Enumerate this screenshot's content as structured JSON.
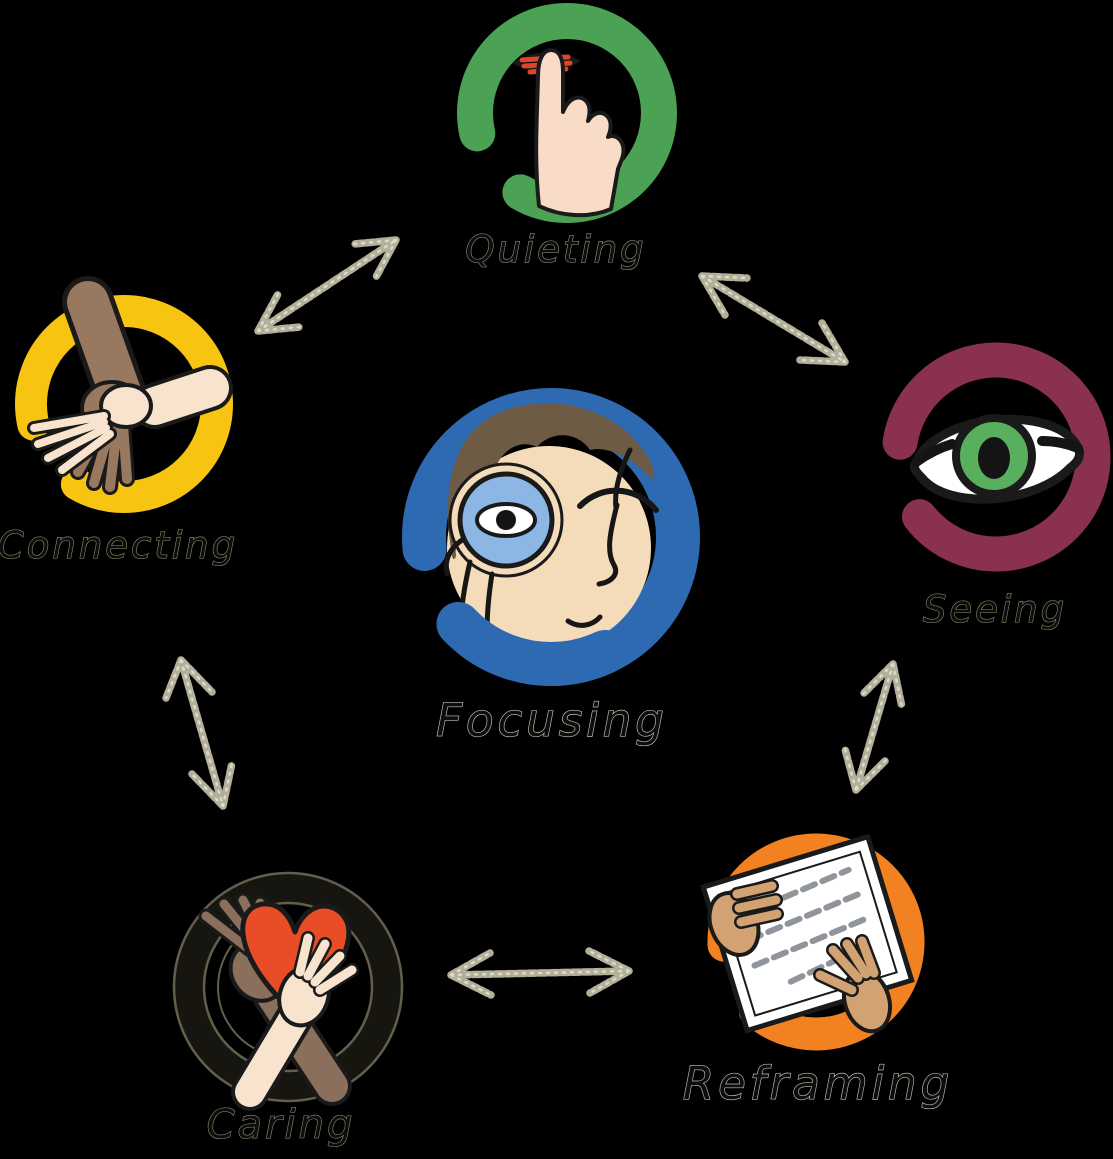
{
  "background_color": "#000000",
  "diagram": {
    "center": {
      "id": "focusing",
      "label": "Focusing",
      "ring_color": "#2e6ab2",
      "label_color": "#c2c2b8",
      "icon": "face-with-monocle-icon"
    },
    "nodes": [
      {
        "id": "quieting",
        "label": "Quieting",
        "ring_color": "#4ba254",
        "label_color": "#9a9a85",
        "icon": "finger-on-lips-icon"
      },
      {
        "id": "seeing",
        "label": "Seeing",
        "ring_color": "#8a3150",
        "label_color": "#8f8f6f",
        "icon": "eye-icon"
      },
      {
        "id": "connecting",
        "label": "Connecting",
        "ring_color": "#f7c411",
        "label_color": "#96936f",
        "icon": "touching-hands-icon"
      },
      {
        "id": "caring",
        "label": "Caring",
        "ring_color": "#17150f",
        "ring_outline_color": "#62604c",
        "label_color": "#94927a",
        "icon": "hands-holding-heart-icon"
      },
      {
        "id": "reframing",
        "label": "Reframing",
        "ring_color": "#f28122",
        "label_color": "#bdbdb3",
        "icon": "hands-holding-paper-icon"
      }
    ],
    "arrows": [
      {
        "from": "connecting",
        "to": "quieting",
        "double_headed": true
      },
      {
        "from": "quieting",
        "to": "seeing",
        "double_headed": true
      },
      {
        "from": "connecting",
        "to": "caring",
        "double_headed": true
      },
      {
        "from": "seeing",
        "to": "reframing",
        "double_headed": true
      },
      {
        "from": "caring",
        "to": "reframing",
        "double_headed": true
      }
    ],
    "arrow_color": "#b2b09a",
    "arrow_highlight_color": "#e4e2cf",
    "palette": {
      "skin_light": "#f7e3ce",
      "skin_hand": "#f8dcc8",
      "skin_face": "#f4dcba",
      "brown_hand": "#8a6f5c",
      "taupe_hand": "#98785e",
      "tan_hand": "#d2a272",
      "heart_red": "#e84d28",
      "lips_red": "#df4526",
      "iris_green": "#58b05e",
      "monocle_blue": "#8cb6e4",
      "hair_brown": "#6e5b45",
      "paper_white": "#ffffff",
      "scribble_gray": "#8f959b",
      "outline_black": "#1a1a1a"
    }
  }
}
